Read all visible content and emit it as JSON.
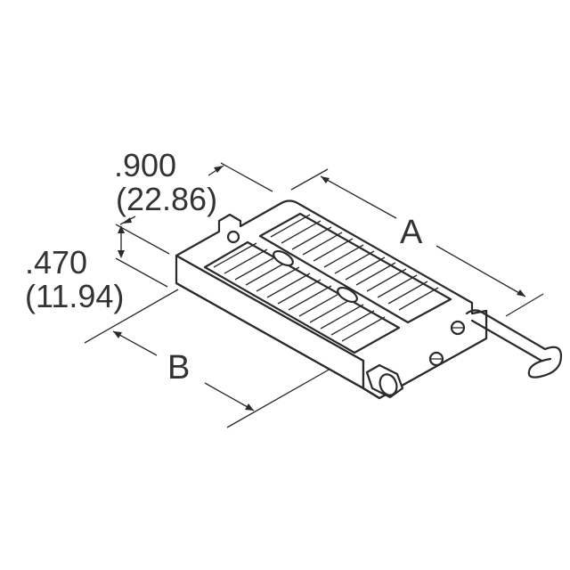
{
  "diagram": {
    "subject": "ZIF test socket, isometric outline drawing",
    "line_color": "#2a2a2a",
    "text_color": "#333333",
    "background": "#ffffff"
  },
  "dimensions": {
    "width_in": ".900",
    "width_mm": "(22.86)",
    "height_in": ".470",
    "height_mm": "(11.94)",
    "length_label": "A",
    "depth_label": "B"
  }
}
